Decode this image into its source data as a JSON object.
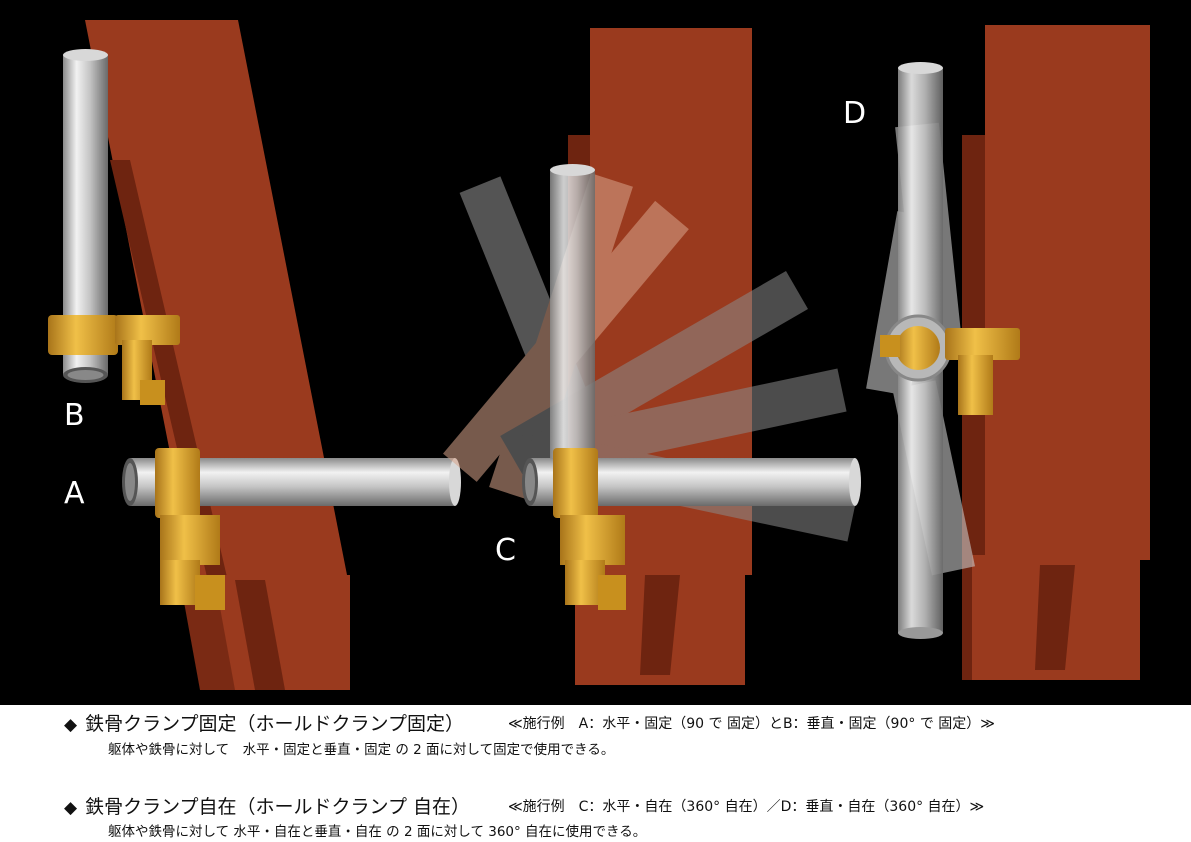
{
  "labels": {
    "A": "A",
    "B": "B",
    "C": "C",
    "D": "D"
  },
  "colors": {
    "background": "#000000",
    "beam": "#9a3a1e",
    "beam_dark": "#6e2410",
    "pipe_light": "#e8e8e8",
    "pipe_mid": "#a8a8a8",
    "pipe_dark": "#6d6d6d",
    "clamp_gold": "#e3a92a",
    "clamp_dark": "#a8741a",
    "ghost_peach": "#d9a58b"
  },
  "caption": {
    "fixed": {
      "bullet": "◆",
      "heading": "鉄骨クランプ固定（ホールドクランプ固定）",
      "example": "≪施行例　A：水平・固定（90 で 固定）とB：垂直・固定（90°  で 固定）≫",
      "body": "躯体や鉄骨に対して　水平・固定と垂直・固定 の 2 面に対して固定で使用できる。"
    },
    "free": {
      "bullet": "◆",
      "heading": "鉄骨クランプ自在（ホールドクランプ 自在）",
      "example": "≪施行例　C：水平・自在（360°  自在）／D：垂直・自在（360°  自在）≫",
      "body": "躯体や鉄骨に対して 水平・自在と垂直・自在 の 2 面に対して 360°  自在に使用できる。"
    }
  }
}
